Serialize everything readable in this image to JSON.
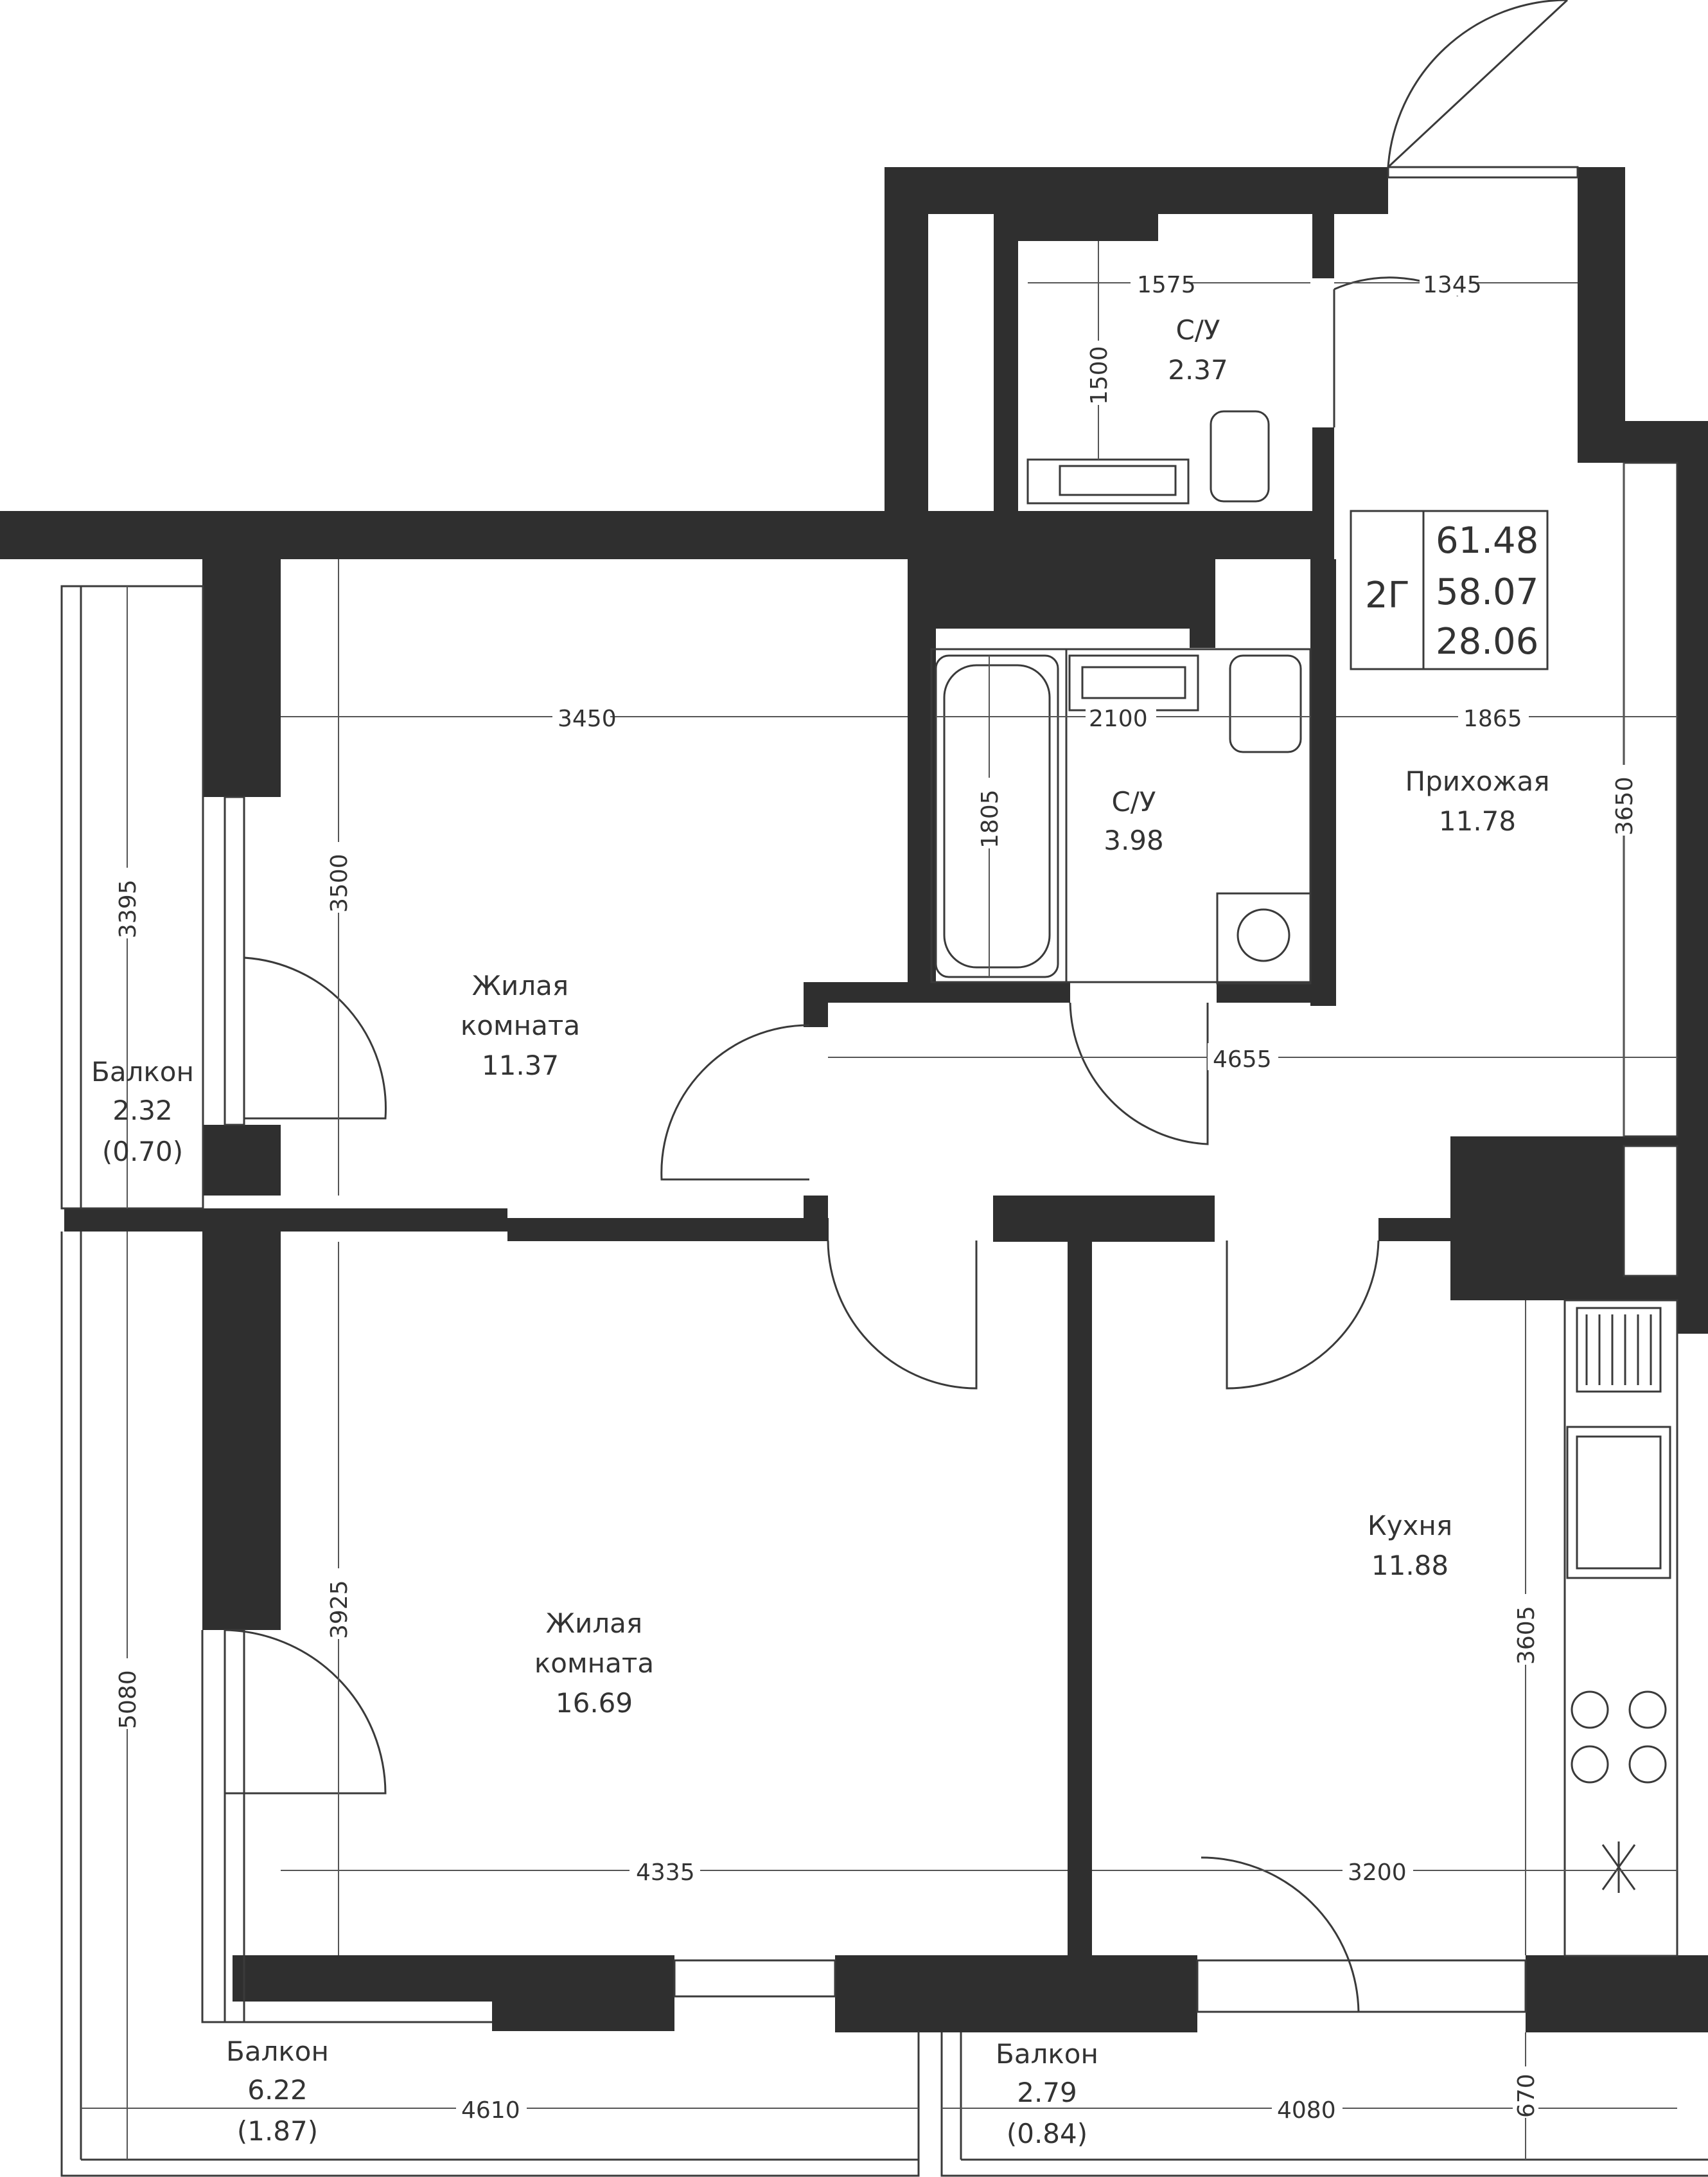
{
  "apartment": {
    "type": "2Г",
    "total_area": "61.48",
    "living_space_area": "58.07",
    "living_area": "28.06"
  },
  "rooms": {
    "wc_small": {
      "name": "С/У",
      "area": "2.37"
    },
    "wc_large": {
      "name": "С/У",
      "area": "3.98"
    },
    "hall": {
      "name": "Прихожая",
      "area": "11.78"
    },
    "living_1": {
      "name_line1": "Жилая",
      "name_line2": "комната",
      "area": "11.37"
    },
    "living_2": {
      "name_line1": "Жилая",
      "name_line2": "комната",
      "area": "16.69"
    },
    "kitchen": {
      "name": "Кухня",
      "area": "11.88"
    },
    "balcony_1": {
      "name": "Балкон",
      "area": "2.32",
      "reduced": "(0.70)"
    },
    "balcony_2": {
      "name": "Балкон",
      "area": "6.22",
      "reduced": "(1.87)"
    },
    "balcony_3": {
      "name": "Балкон",
      "area": "2.79",
      "reduced": "(0.84)"
    }
  },
  "dimensions": {
    "d1575": "1575",
    "d1345": "1345",
    "d1500": "1500",
    "d3450": "3450",
    "d2100": "2100",
    "d1865": "1865",
    "d3500": "3500",
    "d1805": "1805",
    "d3650": "3650",
    "d3395": "3395",
    "d4655": "4655",
    "d3925": "3925",
    "d5080": "5080",
    "d3605": "3605",
    "d4335": "4335",
    "d3200": "3200",
    "d4610": "4610",
    "d4080": "4080",
    "d670": "670"
  }
}
